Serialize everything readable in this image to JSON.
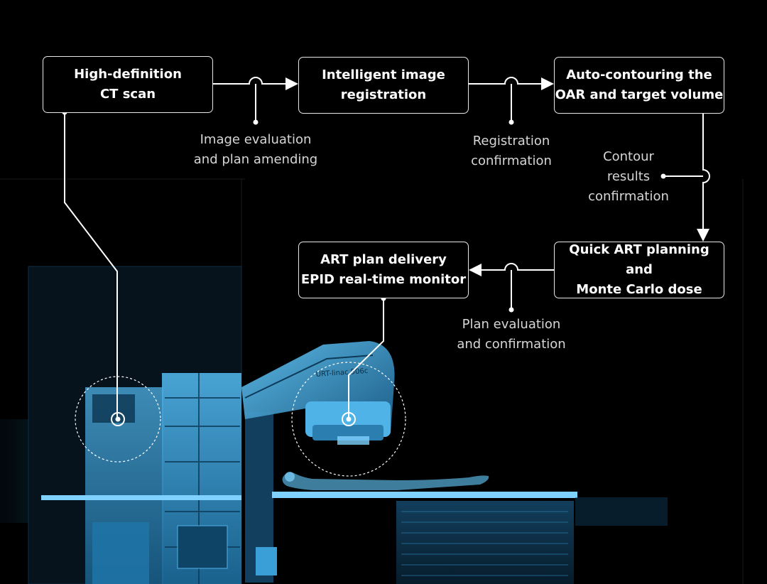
{
  "colors": {
    "background": "#000000",
    "box_border": "#e8e8e8",
    "connector": "#ffffff",
    "note_text": "#d6d6d6",
    "machine_light": "#7fd2ff",
    "machine_mid": "#2a7fb0",
    "machine_dark": "#0b3550"
  },
  "steps": [
    {
      "lines": [
        "High-definition",
        "CT scan"
      ]
    },
    {
      "lines": [
        "Intelligent image",
        "registration"
      ]
    },
    {
      "lines": [
        "Auto-contouring the",
        "OAR and target volume"
      ]
    },
    {
      "lines": [
        "Quick ART planning and",
        "Monte Carlo dose"
      ]
    },
    {
      "lines": [
        "ART plan delivery",
        "EPID real-time monitor"
      ]
    }
  ],
  "checkpoints": [
    {
      "lines": [
        "Image evaluation",
        "and plan amending"
      ]
    },
    {
      "lines": [
        "Registration",
        "confirmation"
      ]
    },
    {
      "lines": [
        "Contour",
        "results",
        "confirmation"
      ]
    },
    {
      "lines": [
        "Plan evaluation",
        "and confirmation"
      ]
    }
  ],
  "machine": {
    "gantry_label": "URT-linac 506c"
  }
}
